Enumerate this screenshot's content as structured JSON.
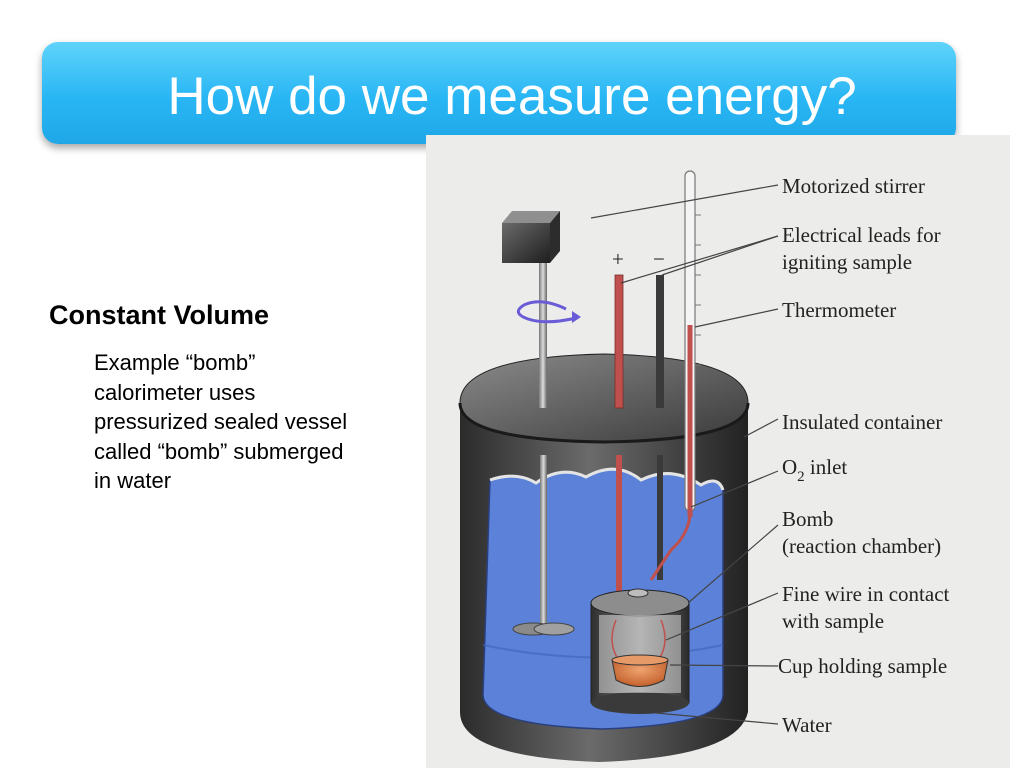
{
  "slide": {
    "title": "How do we measure energy?",
    "heading": "Constant Volume",
    "body_lines": [
      "Example “bomb”",
      "calorimeter uses",
      "pressurized sealed vessel",
      "called “bomb” submerged",
      "in water"
    ]
  },
  "diagram": {
    "labels": {
      "motorized_stirrer": "Motorized stirrer",
      "leads_line1": "Electrical leads for",
      "leads_line2": "igniting sample",
      "thermometer": "Thermometer",
      "insulated_container": "Insulated container",
      "o2_inlet_o": "O",
      "o2_inlet_sub": "2",
      "o2_inlet_rest": " inlet",
      "bomb_line1": "Bomb",
      "bomb_line2": "(reaction chamber)",
      "wire_line1": "Fine wire in contact",
      "wire_line2": "with sample",
      "cup": "Cup holding sample",
      "water": "Water",
      "plus": "+",
      "minus": "−"
    },
    "colors": {
      "title_bar": "#29b6f4",
      "panel_bg": "#ecedea",
      "water": "#5b82d8",
      "metal_dark": "#3e3e3e",
      "rod_red": "#c0504d",
      "sample": "#d9804a"
    }
  }
}
